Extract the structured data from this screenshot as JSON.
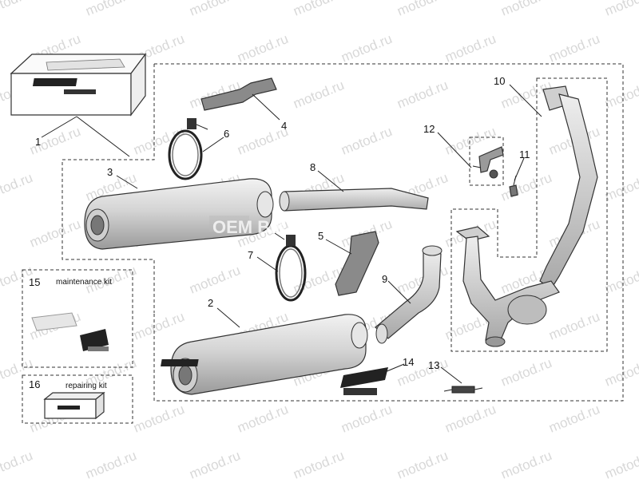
{
  "watermark": "motod.ru",
  "stamp": "OEM BIKE PARTS",
  "colors": {
    "metal": "#d4d4d4",
    "metal_dark": "#9a9a9a",
    "bracket": "#8a8a8a",
    "ink": "#222222"
  },
  "icons": [
    "muffler-icon",
    "exhaust-pipe-icon",
    "bracket-icon",
    "clamp-icon",
    "spring-icon",
    "sensor-icon",
    "kit-box-icon",
    "logo-sticker-icon"
  ],
  "callouts": [
    {
      "id": "1",
      "label": "1"
    },
    {
      "id": "2",
      "label": "2"
    },
    {
      "id": "3",
      "label": "3"
    },
    {
      "id": "4",
      "label": "4"
    },
    {
      "id": "5",
      "label": "5"
    },
    {
      "id": "6",
      "label": "6"
    },
    {
      "id": "7",
      "label": "7"
    },
    {
      "id": "8",
      "label": "8"
    },
    {
      "id": "9",
      "label": "9"
    },
    {
      "id": "10",
      "label": "10"
    },
    {
      "id": "11",
      "label": "11"
    },
    {
      "id": "12",
      "label": "12"
    },
    {
      "id": "13",
      "label": "13"
    },
    {
      "id": "14",
      "label": "14"
    },
    {
      "id": "15",
      "label": "15"
    },
    {
      "id": "16",
      "label": "16"
    }
  ],
  "kits": {
    "maintenance": "maintenance kit",
    "repairing": "repairing kit"
  }
}
